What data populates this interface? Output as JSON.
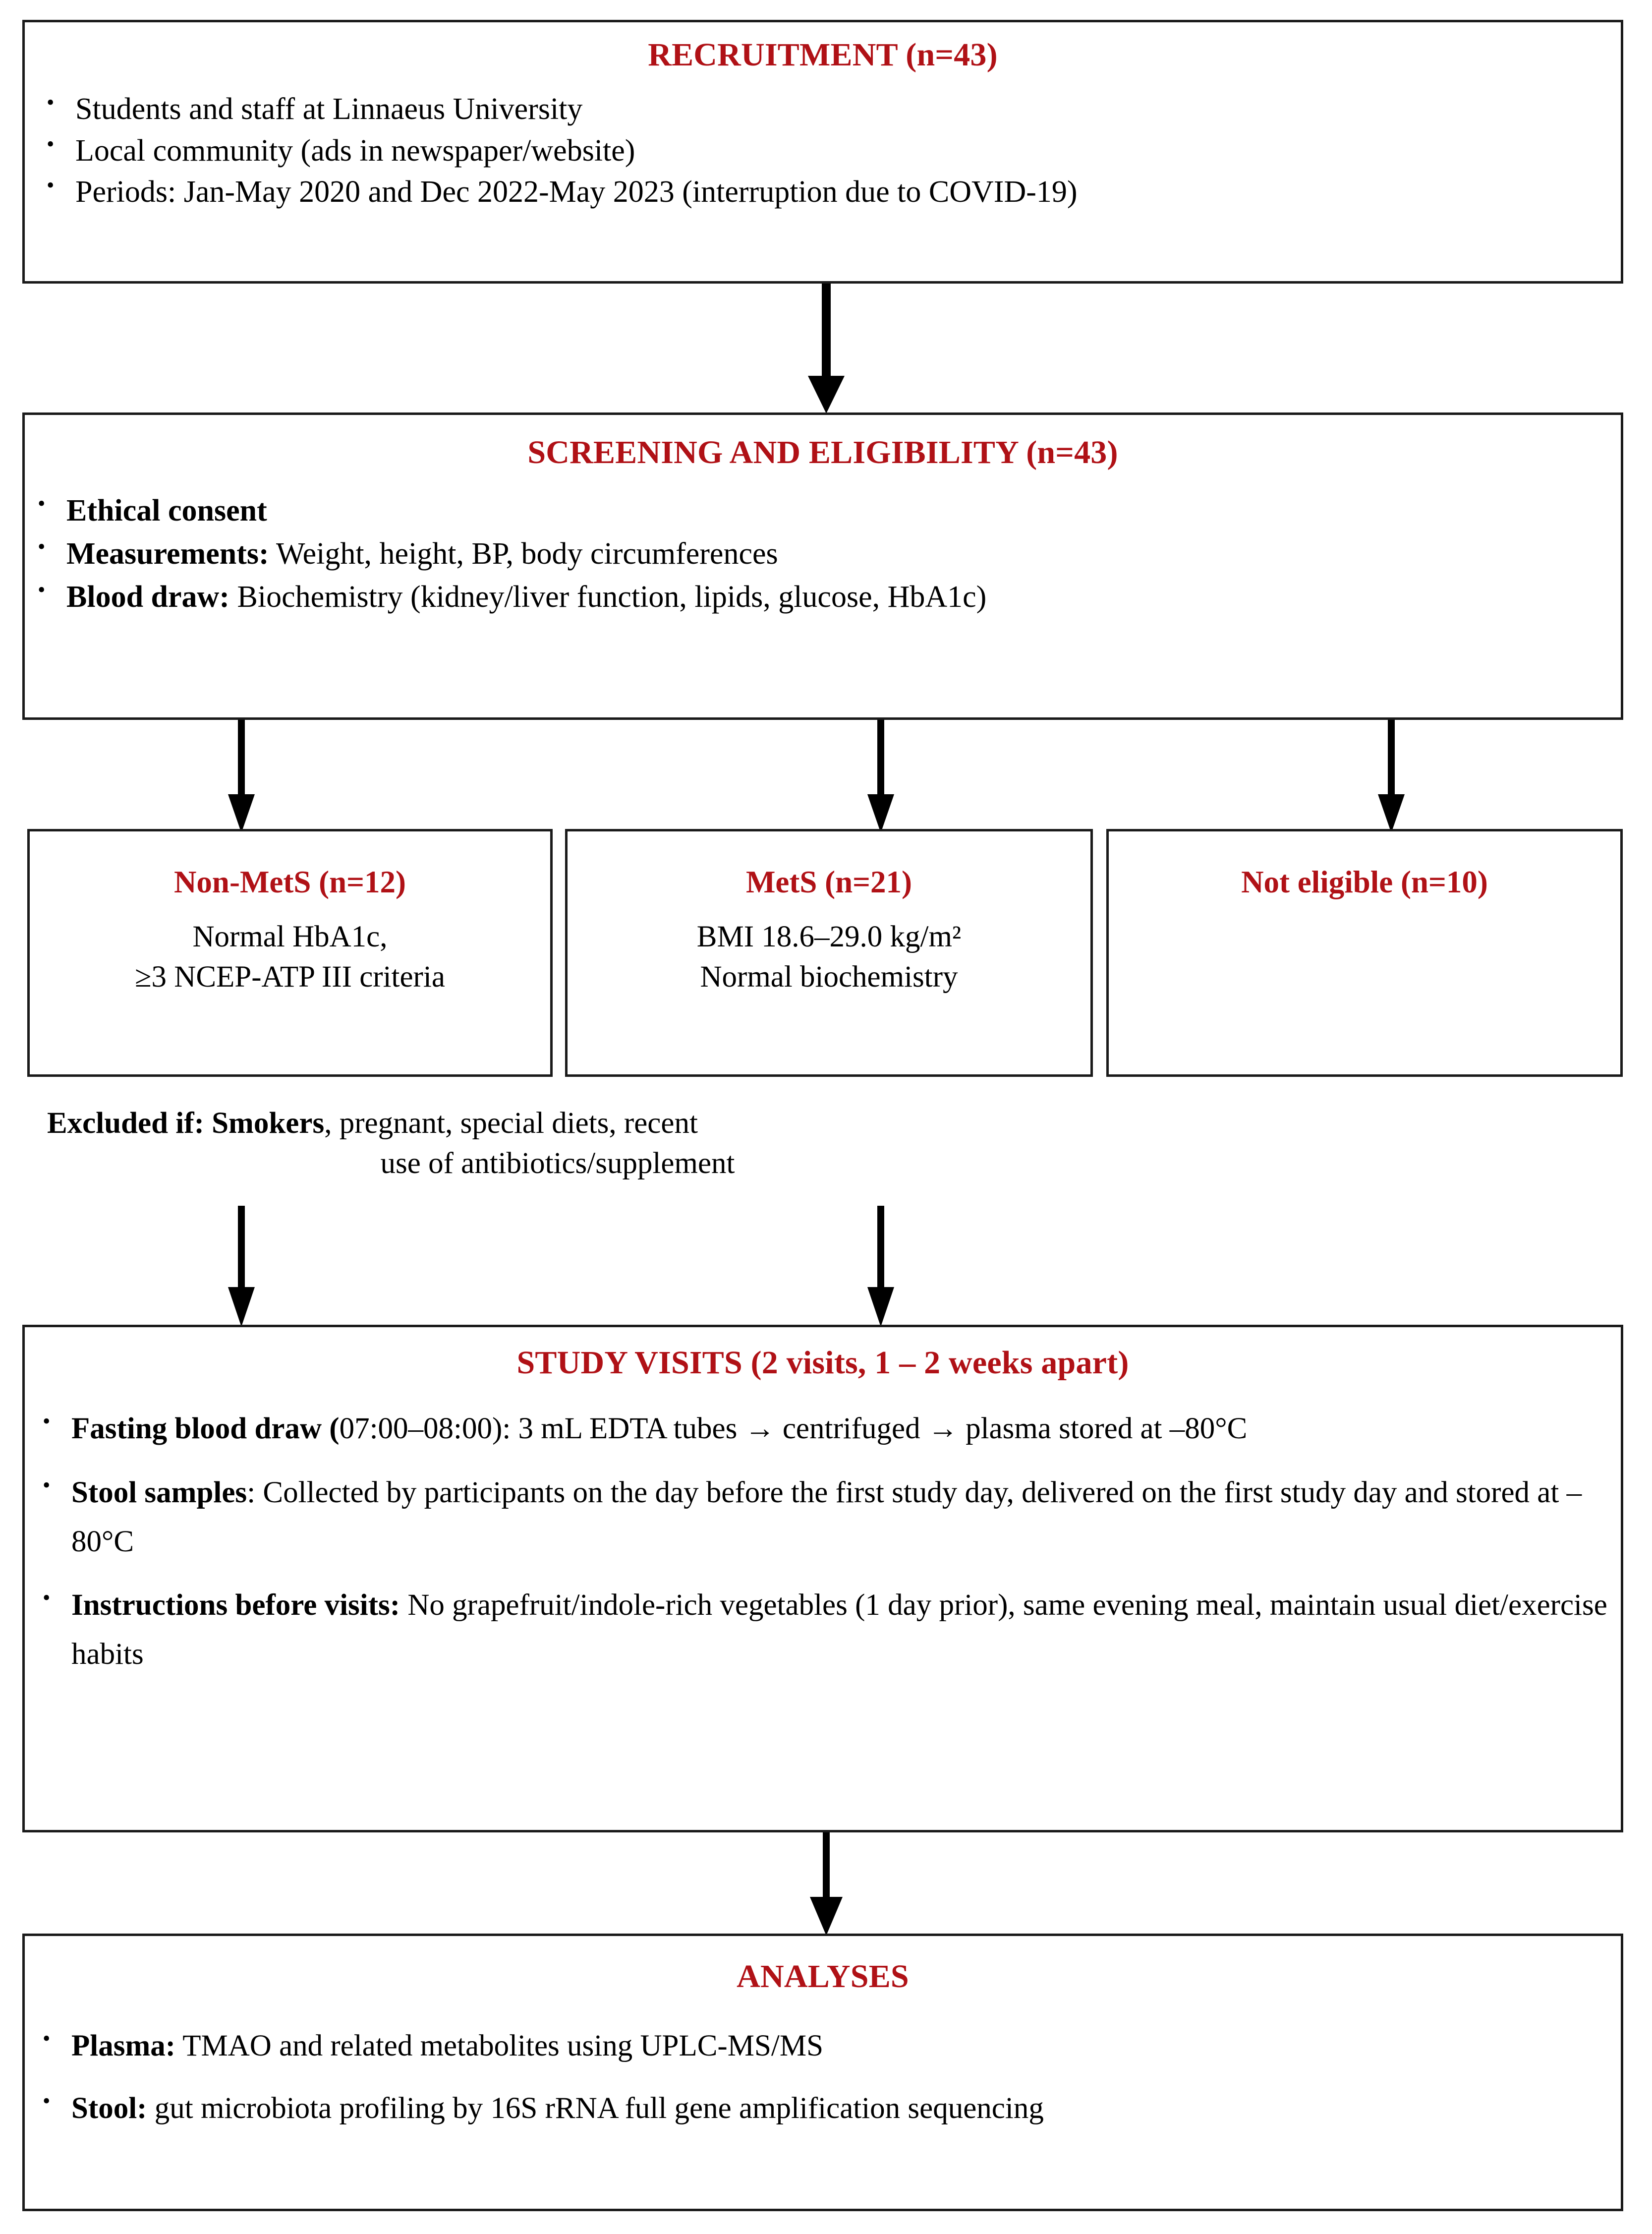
{
  "colors": {
    "accent_red": "#B01116",
    "border": "#1a1a1a",
    "text": "#000000",
    "background": "#ffffff"
  },
  "diagram": {
    "type": "study-flowchart",
    "nodes": [
      {
        "id": "recruitment",
        "title": "RECRUITMENT (n=43)",
        "bullets": [
          "Students and staff at Linnaeus University",
          "Local community (ads in newspaper/website)",
          "Periods: Jan-May 2020 and Dec 2022-May 2023 (interruption due to COVID-19)"
        ]
      },
      {
        "id": "screening",
        "title": "SCREENING AND ELIGIBILITY (n=43)",
        "bullets": [
          {
            "bold": "Ethical consent",
            "rest": ""
          },
          {
            "bold": "Measurements:",
            "rest": " Weight, height, BP, body circumferences"
          },
          {
            "bold": "Blood draw:",
            "rest": " Biochemistry (kidney/liver  function, lipids, glucose, HbA1c)"
          }
        ]
      },
      {
        "id": "non-mets",
        "title": "Non-MetS (n=12)",
        "lines": [
          "Normal HbA1c,",
          "≥3 NCEP-ATP III criteria"
        ]
      },
      {
        "id": "mets",
        "title": "MetS (n=21)",
        "lines": [
          "BMI 18.6–29.0 kg/m²",
          "Normal biochemistry"
        ]
      },
      {
        "id": "not-eligible",
        "title": "Not eligible  (n=10)",
        "lines": []
      },
      {
        "id": "study-visits",
        "title": "STUDY VISITS (2 visits, 1 – 2 weeks apart)",
        "bullets": [
          {
            "bold": "Fasting blood draw (",
            "rest": "07:00–08:00):  3 mL EDTA tubes → centrifuged → plasma stored at –80°C"
          },
          {
            "bold": "Stool samples",
            "rest": ": Collected by participants on the day before the first study day, delivered on the first study day and stored at –80°C"
          },
          {
            "bold": "Instructions before visits:",
            "rest": " No grapefruit/indole-rich vegetables (1 day prior), same evening meal, maintain usual diet/exercise habits"
          }
        ]
      },
      {
        "id": "analyses",
        "title": "ANALYSES",
        "bullets": [
          {
            "bold": "Plasma:",
            "rest": " TMAO and related metabolites using UPLC-MS/MS"
          },
          {
            "bold": "Stool:",
            "rest": " gut microbiota profiling by 16S rRNA full gene amplification sequencing"
          }
        ]
      }
    ],
    "exclusion_note": {
      "bold": "Excluded if: Smokers",
      "line1_rest": ", pregnant, special diets, recent",
      "line2": "use of antibiotics/supplement"
    },
    "edges": [
      {
        "from": "recruitment",
        "to": "screening"
      },
      {
        "from": "screening",
        "to": "non-mets"
      },
      {
        "from": "screening",
        "to": "mets"
      },
      {
        "from": "screening",
        "to": "not-eligible"
      },
      {
        "from": "non-mets",
        "to": "study-visits"
      },
      {
        "from": "mets",
        "to": "study-visits"
      },
      {
        "from": "study-visits",
        "to": "analyses"
      }
    ]
  }
}
